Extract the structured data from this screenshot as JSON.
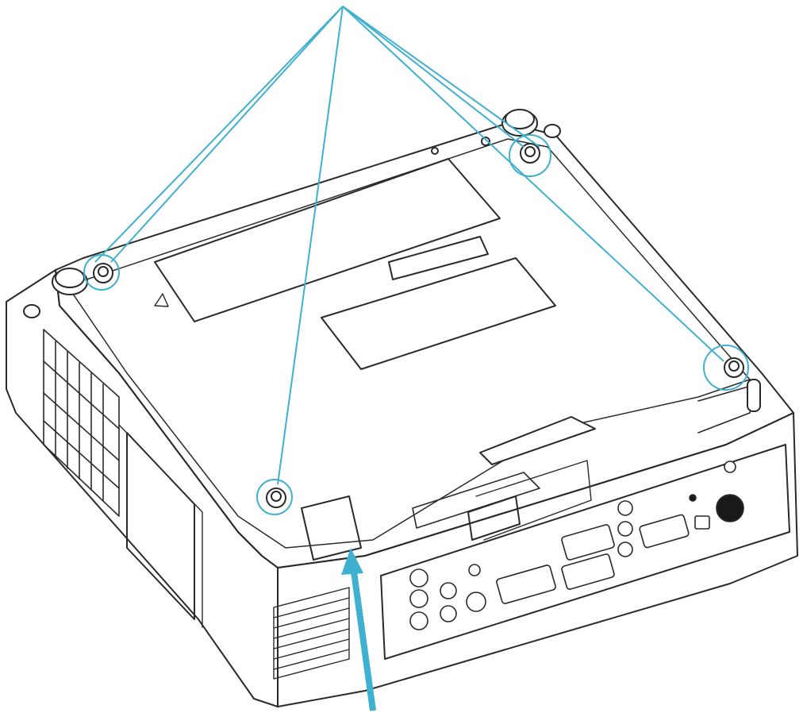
{
  "colors": {
    "line": "#2a2a2a",
    "callout": "#3fb0cf",
    "fill": "#ffffff",
    "dark": "#1a1a1a"
  },
  "callouts": {
    "apex_lines": 4,
    "circled_items": [
      "foot-left-rear",
      "foot-right-rear",
      "foot-right-front",
      "foot-left-front"
    ],
    "arrow_target": "cable-cover-tab"
  }
}
